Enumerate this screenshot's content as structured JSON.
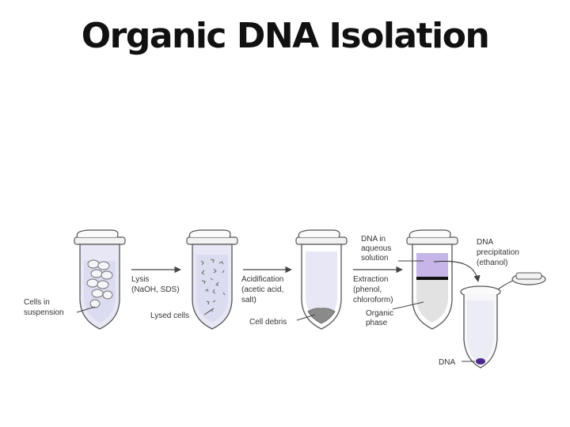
{
  "title": "Organic DNA Isolation",
  "diagram": {
    "tube1_label": [
      "Cells in",
      "suspension"
    ],
    "step1": [
      "Lysis",
      "(NaOH, SDS)"
    ],
    "tube2_label": [
      "Lysed cells"
    ],
    "step2": [
      "Acidification",
      "(acetic acid,",
      "salt)"
    ],
    "tube3_label": [
      "Cell debris"
    ],
    "step3": [
      "Extraction",
      "(phenol,",
      "chloroform)"
    ],
    "tube4_top_label": [
      "DNA in",
      "aqueous",
      "solution"
    ],
    "tube4_bottom_label": [
      "Organic",
      "phase"
    ],
    "step4": [
      "DNA",
      "precipitation",
      "(ethanol)"
    ],
    "tube5_label": [
      "DNA"
    ]
  },
  "colors": {
    "tube_fill": "#e7e7f5",
    "tube_stroke": "#555555",
    "aqueous": "#c6b6e8",
    "interface": "#111111",
    "debris": "#8a8a8a",
    "dna": "#4b2a8c"
  }
}
